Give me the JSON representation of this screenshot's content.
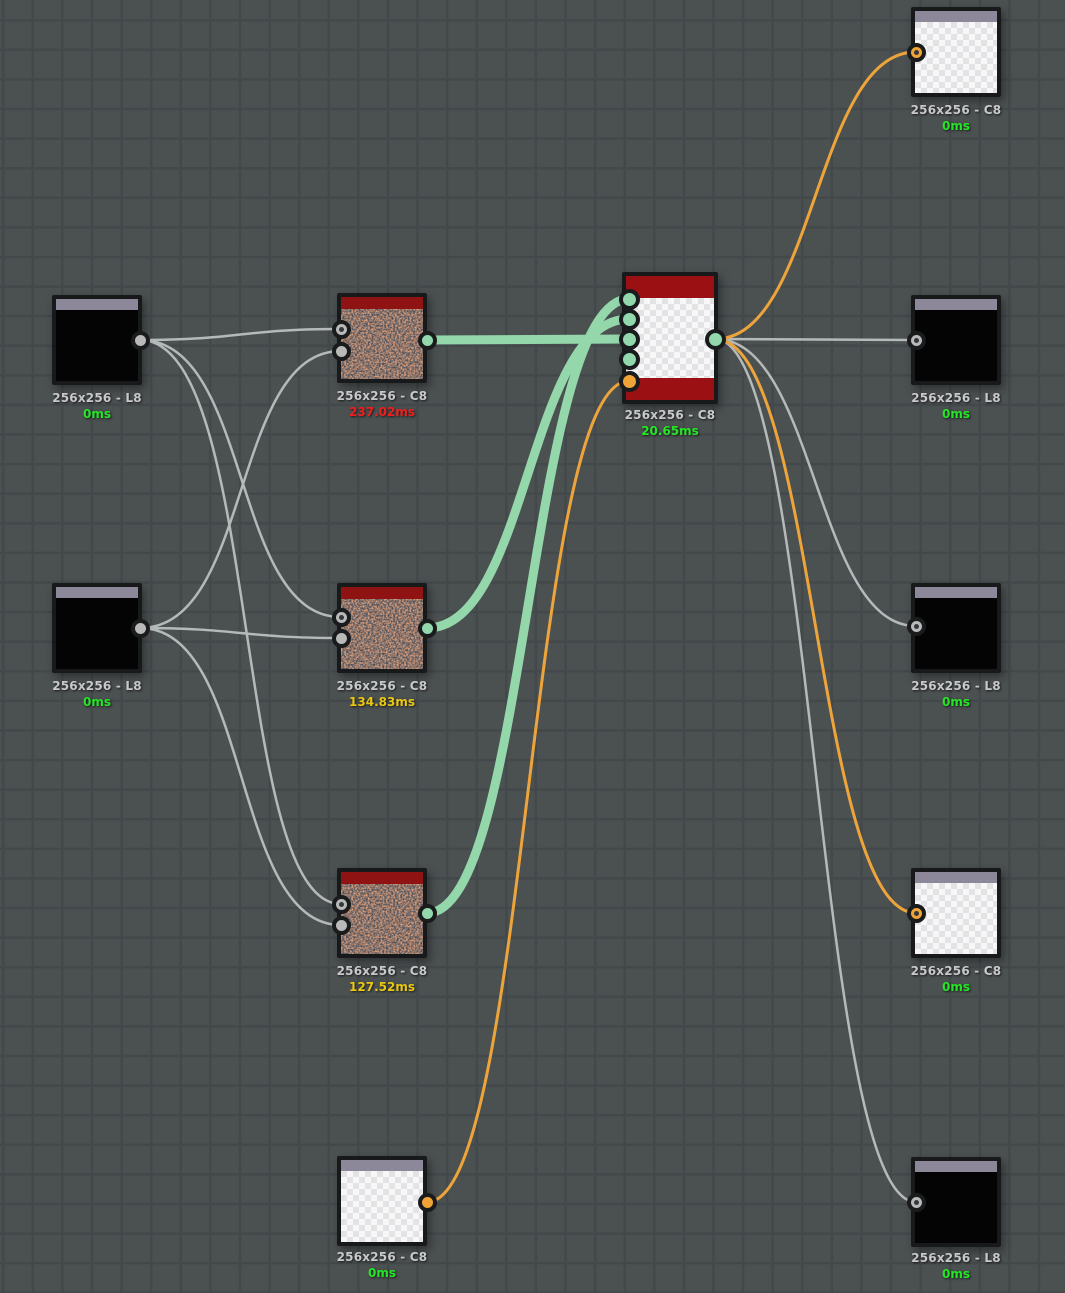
{
  "editor": {
    "type": "texture-node-graph",
    "thumbnail_styles": [
      "black",
      "noise",
      "checkerboard-transparent"
    ]
  },
  "colors": {
    "background": "#4b5051",
    "grid_line": "#43484b",
    "node_border": "#17191a",
    "titlebar_grey": "#8d8899",
    "titlebar_red": "#8e1312",
    "wire_grey": "#b5b9ba",
    "wire_green": "#93d7ab",
    "wire_orange": "#eda43b",
    "port_grey": "#b9b9b9",
    "port_green": "#92d8ac",
    "port_orange": "#f0a437",
    "label_text": "#c9c9cb",
    "time_green": "#25e625",
    "time_yellow": "#eac712",
    "time_red": "#ef1f1f"
  },
  "nodes": [
    {
      "id": "input-l8-1",
      "label": "256x256 - L8",
      "time": "0ms",
      "time_status": "green"
    },
    {
      "id": "input-l8-2",
      "label": "256x256 - L8",
      "time": "0ms",
      "time_status": "green"
    },
    {
      "id": "noise-c8-1",
      "label": "256x256 - C8",
      "time": "237.02ms",
      "time_status": "red"
    },
    {
      "id": "noise-c8-2",
      "label": "256x256 - C8",
      "time": "134.83ms",
      "time_status": "yellow"
    },
    {
      "id": "noise-c8-3",
      "label": "256x256 - C8",
      "time": "127.52ms",
      "time_status": "yellow"
    },
    {
      "id": "transparent-c8",
      "label": "256x256 - C8",
      "time": "0ms",
      "time_status": "green"
    },
    {
      "id": "blend-c8",
      "label": "256x256 - C8",
      "time": "20.65ms",
      "time_status": "green"
    },
    {
      "id": "out-c8-top",
      "label": "256x256 - C8",
      "time": "0ms",
      "time_status": "green"
    },
    {
      "id": "out-l8-1",
      "label": "256x256 - L8",
      "time": "0ms",
      "time_status": "green"
    },
    {
      "id": "out-l8-2",
      "label": "256x256 - L8",
      "time": "0ms",
      "time_status": "green"
    },
    {
      "id": "out-c8-mid",
      "label": "256x256 - C8",
      "time": "0ms",
      "time_status": "green"
    },
    {
      "id": "out-l8-3",
      "label": "256x256 - L8",
      "time": "0ms",
      "time_status": "green"
    }
  ],
  "connections": [
    {
      "from": "input-l8-1",
      "to": "noise-c8-1.input1",
      "color": "grey"
    },
    {
      "from": "input-l8-1",
      "to": "noise-c8-2.input1",
      "color": "grey"
    },
    {
      "from": "input-l8-1",
      "to": "noise-c8-3.input1",
      "color": "grey"
    },
    {
      "from": "input-l8-2",
      "to": "noise-c8-1.input2",
      "color": "grey"
    },
    {
      "from": "input-l8-2",
      "to": "noise-c8-2.input2",
      "color": "grey"
    },
    {
      "from": "input-l8-2",
      "to": "noise-c8-3.input2",
      "color": "grey"
    },
    {
      "from": "noise-c8-1",
      "to": "blend-c8.input3",
      "color": "green"
    },
    {
      "from": "noise-c8-2",
      "to": "blend-c8.input2",
      "color": "green"
    },
    {
      "from": "noise-c8-3",
      "to": "blend-c8.input1",
      "color": "green"
    },
    {
      "from": "transparent-c8",
      "to": "blend-c8.input5",
      "color": "orange"
    },
    {
      "from": "blend-c8",
      "to": "out-c8-top",
      "color": "orange"
    },
    {
      "from": "blend-c8",
      "to": "out-l8-1",
      "color": "grey"
    },
    {
      "from": "blend-c8",
      "to": "out-l8-2",
      "color": "grey"
    },
    {
      "from": "blend-c8",
      "to": "out-c8-mid",
      "color": "orange"
    },
    {
      "from": "blend-c8",
      "to": "out-l8-3",
      "color": "grey"
    }
  ]
}
